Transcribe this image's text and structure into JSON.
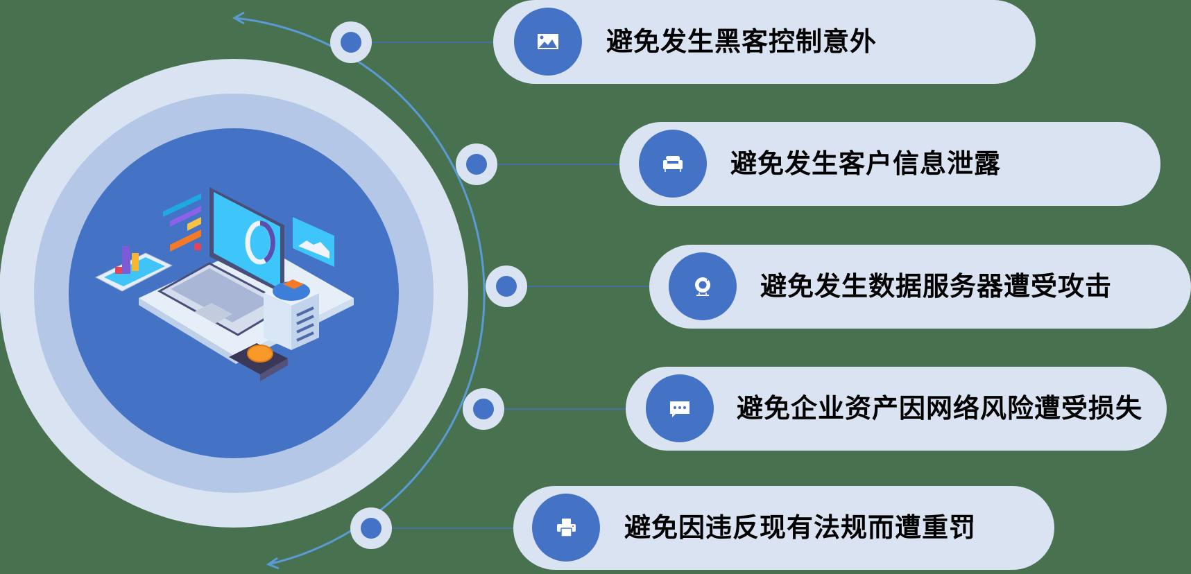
{
  "colors": {
    "background": "#48714F",
    "pill_bg": "#DAE3F2",
    "accent": "#4472C4",
    "ring_outer": "#DAE3F2",
    "ring_middle": "#B4C7E7",
    "ring_inner": "#4472C4",
    "arc": "#5B9BD5"
  },
  "center_graphic": {
    "label": "laptop-dashboard-server-illustration"
  },
  "items": [
    {
      "label": "避免发生黑客控制意外",
      "icon": "image-icon"
    },
    {
      "label": "避免发生客户信息泄露",
      "icon": "sofa-icon"
    },
    {
      "label": "避免发生数据服务器遭受攻击",
      "icon": "webcam-icon"
    },
    {
      "label": "避免企业资产因网络风险遭受损失",
      "icon": "chat-bubble-icon"
    },
    {
      "label": "避免因违反现有法规而遭重罚",
      "icon": "printer-icon"
    }
  ]
}
